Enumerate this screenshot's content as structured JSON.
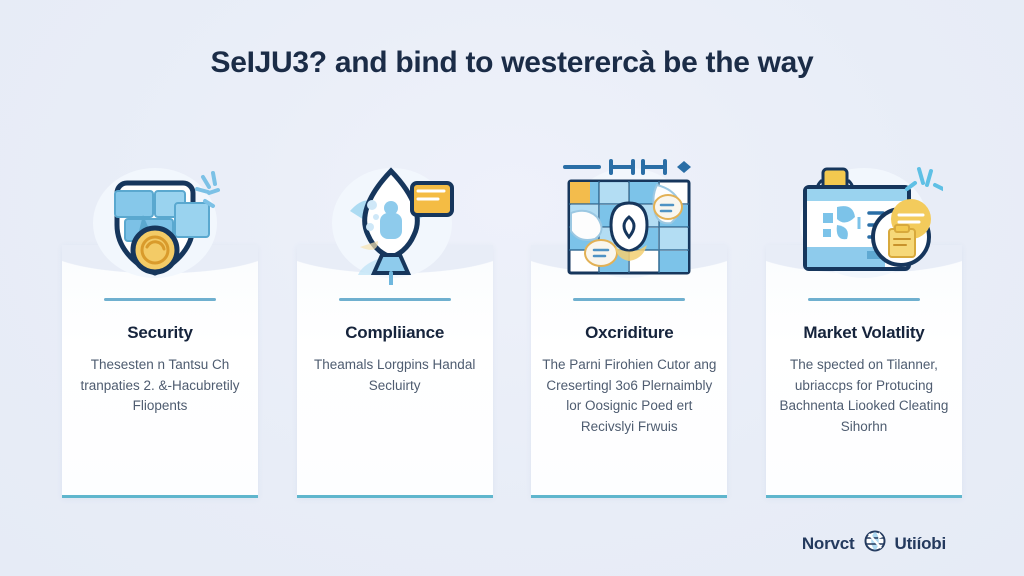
{
  "page": {
    "background_color": "#eaeef8",
    "title": "SeIJU3? and bind to westerercà be the way"
  },
  "cards": [
    {
      "icon": "shield-lock-icon",
      "heading": "Security",
      "text": "Thesesten n Tantsu Ch tranpaties 2. &-Hacubretily Fliopents",
      "accent": "#f0c24b"
    },
    {
      "icon": "rocket-document-icon",
      "heading": "Compliiance",
      "text": "Theamals Lorgpins Handal Secluirty",
      "accent": "#f3b53f"
    },
    {
      "icon": "world-map-grid-icon",
      "heading": "Oxcriditure",
      "text": "The Parni Firohien Cutor ang Cresertingl 3o6 Plernaimbly lor Oosignic Poed ert Recivslyi Frwuis",
      "accent": "#f0bd4c"
    },
    {
      "icon": "dashboard-window-icon",
      "heading": "Market Volatlity",
      "text": "The spected on Tilanner, ubriaccps for Protucing Bachnenta Liooked Cleating Sihorhn",
      "accent": "#f2cb4e"
    }
  ],
  "footer": {
    "brand_left": "Norvct",
    "brand_right": "Utiíobi",
    "mark": "globe-emblem-icon",
    "color": "#243a5e"
  },
  "theme": {
    "divider_color": "#6fb0cf",
    "card_rule_color": "#5fb6cd",
    "heading_color": "#16243c",
    "body_text_color": "#4e5c70",
    "illustration_blue": "#79c2e8",
    "illustration_dark": "#1d3557"
  }
}
